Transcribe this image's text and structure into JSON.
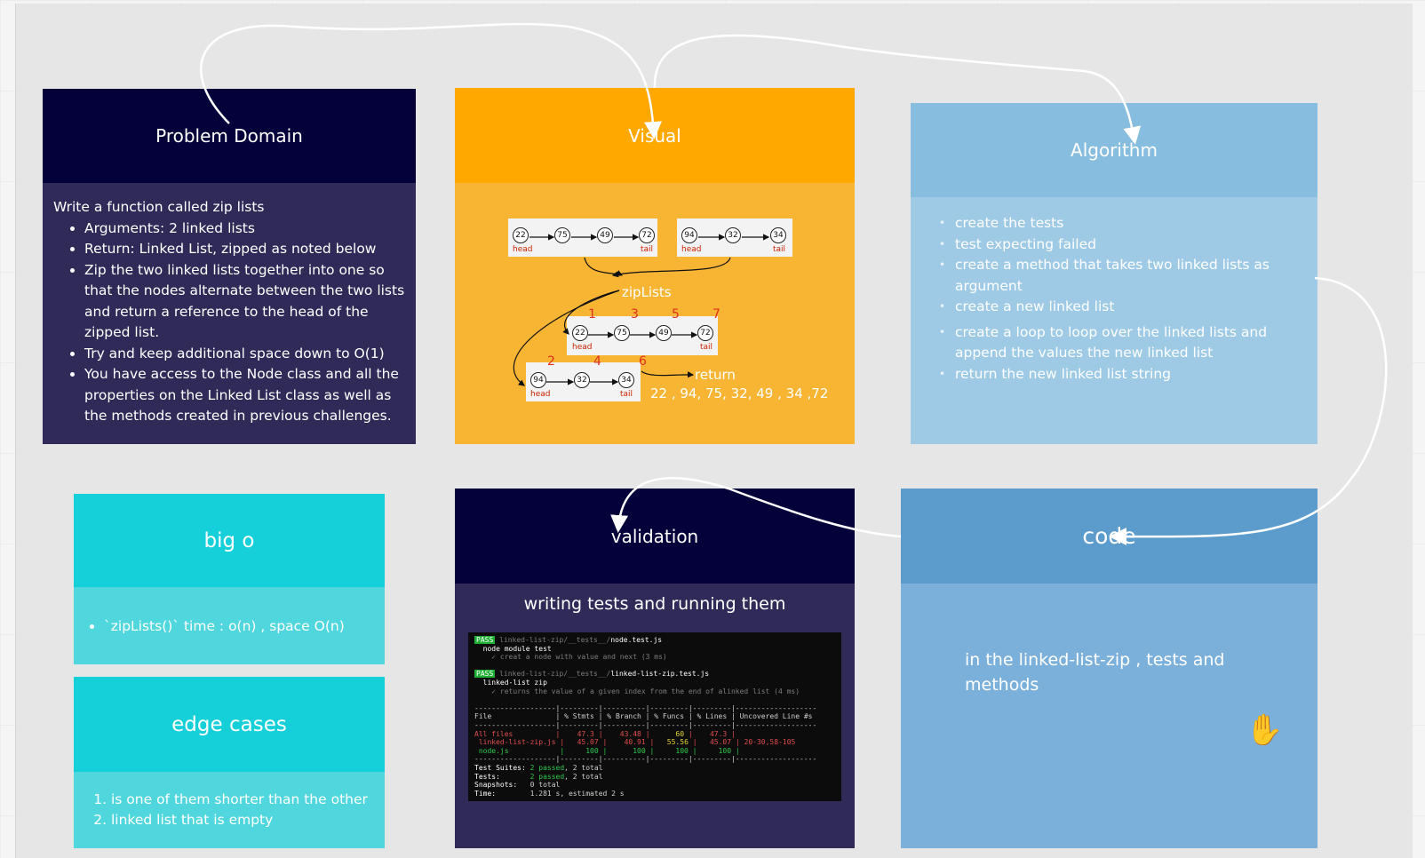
{
  "problem_domain": {
    "title": "Problem Domain",
    "intro": "Write a function called zip lists",
    "items": [
      "Arguments: 2 linked lists",
      "Return: Linked List, zipped as noted below",
      "Zip the two linked lists together into one so that the nodes alternate between the two lists and return a reference to the head of the zipped list.",
      "Try and keep additional space down to O(1)",
      "You have access to the Node class and all the properties on the Linked List class as well as the methods created in previous challenges."
    ]
  },
  "visual": {
    "title": "Visual",
    "list_a": [
      "22",
      "75",
      "49",
      "72"
    ],
    "list_b": [
      "94",
      "32",
      "34"
    ],
    "zipped_top": [
      "22",
      "75",
      "49",
      "72"
    ],
    "zipped_bottom": [
      "94",
      "32",
      "34"
    ],
    "head_label": "head",
    "tail_label": "tail",
    "fn_label": "zipLists",
    "return_label": "return",
    "result": "22 , 94, 75, 32, 49 , 34 ,72",
    "order_top": [
      "1",
      "3",
      "5",
      "7"
    ],
    "order_bottom": [
      "2",
      "4",
      "6"
    ]
  },
  "algorithm": {
    "title": "Algorithm",
    "items": [
      "create the tests",
      "test expecting failed",
      "create a method that takes two linked lists  as argument",
      "create a new linked list",
      "create a loop  to loop over the linked lists and append the values the  new  linked list",
      "return the new linked list string"
    ]
  },
  "big_o": {
    "title": "big o",
    "items": [
      "`zipLists()` time : o(n) , space O(n)"
    ]
  },
  "edge_cases": {
    "title": "edge cases",
    "items": [
      "is one of them shorter than the other",
      "linked list that is empty"
    ]
  },
  "validation": {
    "title": "validation",
    "subtitle": "writing tests and running them",
    "terminal": {
      "pass": "PASS",
      "file1_path": " linked-list-zip/__tests__/",
      "file1_name": "node.test.js",
      "suite1": "  node module test",
      "test1": "    ✓ creat a node with value and next (3 ms)",
      "file2_path": " linked-list-zip/__tests__/",
      "file2_name": "linked-list-zip.test.js",
      "suite2": "  linked-list zip",
      "test2": "    ✓ returns the value of a given index from the end of alinked list (4 ms)",
      "separator": "-------------------|---------|----------|---------|---------|-------------------",
      "header": "File               | % Stmts | % Branch | % Funcs | % Lines | Uncovered Line #s",
      "row_all": [
        "All files",
        "47.3",
        "43.48",
        "60",
        "47.3",
        ""
      ],
      "row_zip": [
        " linked-list-zip.js",
        "45.07",
        "40.91",
        "55.56",
        "45.07",
        "20-30,58-105"
      ],
      "row_node": [
        " node.js",
        "100",
        "100",
        "100",
        "100",
        ""
      ],
      "summary": [
        [
          "Test Suites:",
          "2 passed",
          ", 2 total"
        ],
        [
          "Tests:",
          "2 passed",
          ", 2 total"
        ],
        [
          "Snapshots:",
          "",
          "0 total"
        ],
        [
          "Time:",
          "",
          "1.281 s, estimated 2 s"
        ]
      ]
    }
  },
  "code": {
    "title": "code",
    "text": "in the linked-list-zip , tests and methods",
    "cursor_icon": "hand-cursor-icon"
  }
}
